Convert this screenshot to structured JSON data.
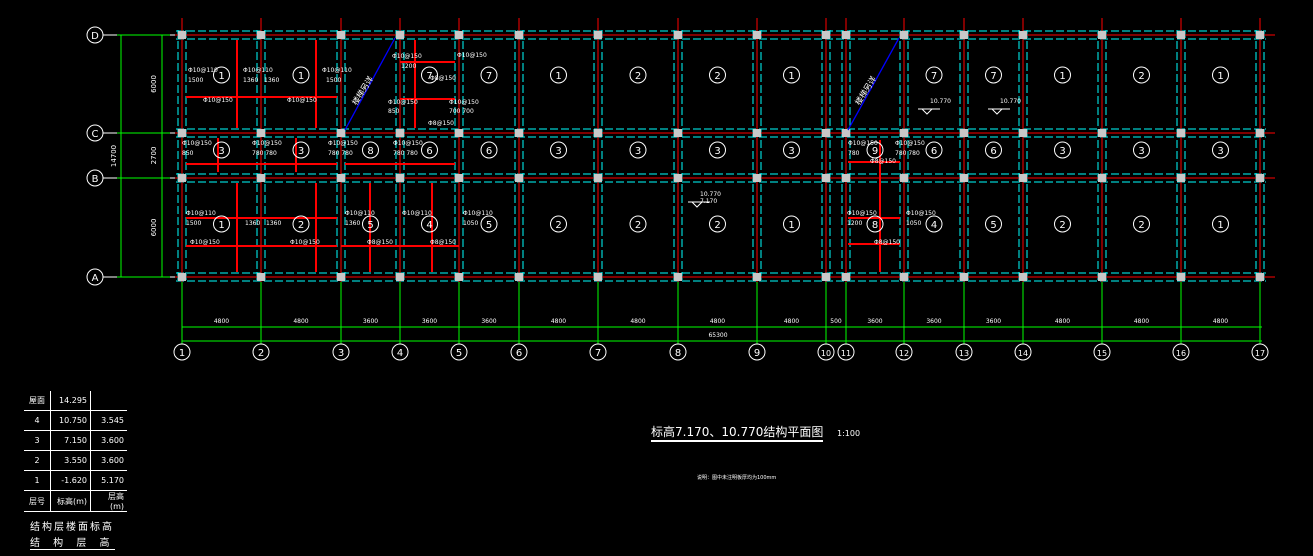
{
  "row_axes": [
    "D",
    "C",
    "B",
    "A"
  ],
  "col_axes": [
    "1",
    "2",
    "3",
    "4",
    "5",
    "6",
    "7",
    "8",
    "9",
    "10",
    "11",
    "12",
    "13",
    "14",
    "15",
    "16",
    "17"
  ],
  "left_dims": {
    "segments": [
      "6000",
      "2700",
      "6000"
    ],
    "total": "14700"
  },
  "bottom_dims": {
    "segments": [
      "4800",
      "4800",
      "3600",
      "3600",
      "3600",
      "4800",
      "4800",
      "4800",
      "4800",
      "500",
      "3600",
      "3600",
      "3600",
      "4800",
      "4800",
      "4800"
    ],
    "total": "65300"
  },
  "panels": {
    "row_dc": [
      "①",
      "①",
      "",
      "⑦",
      "⑦",
      "①",
      "②",
      "②",
      "①",
      "",
      "",
      "⑦",
      "⑦",
      "①",
      "②",
      "①"
    ],
    "row_cb": [
      "③",
      "③",
      "⑧",
      "⑥",
      "⑥",
      "③",
      "③",
      "③",
      "③",
      "",
      "⑨",
      "⑥",
      "⑥",
      "③",
      "③",
      "③"
    ],
    "row_ba": [
      "①",
      "②",
      "⑤",
      "④",
      "⑤",
      "②",
      "②",
      "②",
      "①",
      "",
      "⑧",
      "④",
      "⑤",
      "②",
      "②",
      "①"
    ]
  },
  "stair_note": "楼梯另详",
  "elevation_marks": [
    "10.770",
    "10.770",
    "10.770",
    "7.170"
  ],
  "rebar_labels": [
    "Φ10@110",
    "1500",
    "Φ10@110",
    "1360",
    "1360",
    "Φ10@110",
    "1500",
    "Φ10@150",
    "Φ10@150",
    "Φ10@150",
    "1200",
    "Φ10@150",
    "Φ8@150",
    "Φ10@150",
    "850",
    "Φ10@150",
    "700 700",
    "Φ8@150",
    "Φ10@150",
    "850",
    "Φ10@150",
    "780 780",
    "Φ10@150",
    "780 780",
    "Φ10@150",
    "780 780",
    "Φ10@110",
    "1500",
    "1360",
    "1360",
    "Φ10@110",
    "1360",
    "Φ10@110",
    "Φ10@110",
    "1050",
    "Φ10@150",
    "Φ10@150",
    "Φ8@150",
    "Φ8@150",
    "Φ10@150",
    "780",
    "Φ10@150",
    "780 780",
    "Φ8@150",
    "Φ10@150",
    "1200",
    "Φ10@150",
    "1050",
    "Φ8@150"
  ],
  "floor_table": {
    "rows": [
      [
        "屋面",
        "14.295",
        ""
      ],
      [
        "4",
        "10.750",
        "3.545"
      ],
      [
        "3",
        "7.150",
        "3.600"
      ],
      [
        "2",
        "3.550",
        "3.600"
      ],
      [
        "1",
        "-1.620",
        "5.170"
      ],
      [
        "层号",
        "标高(m)",
        "层高(m)"
      ]
    ],
    "caption1": "结构层楼面标高",
    "caption2": "结 构 层 高"
  },
  "title": "标高7.170、10.770结构平面图",
  "scale": "1:100",
  "note": "说明：图中未注明板厚均为100mm",
  "colors": {
    "grid": "#00ff00",
    "beam": "#00ffff",
    "rebar": "#ff0000",
    "column": "#c8c8c8",
    "stair": "#0000ff"
  }
}
